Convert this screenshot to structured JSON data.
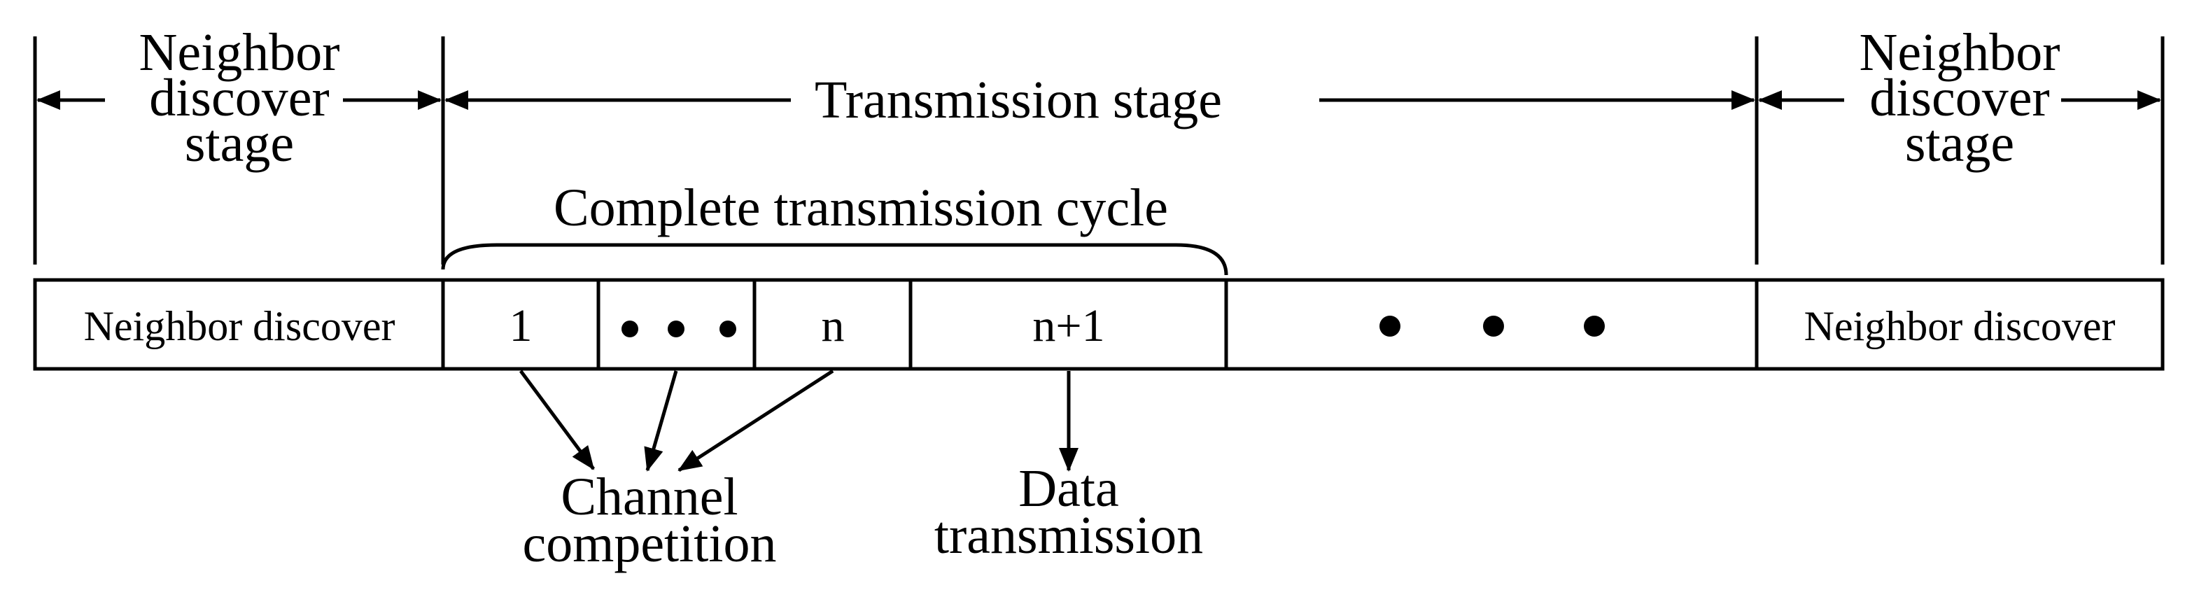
{
  "stages": {
    "left_label": [
      "Neighbor",
      "discover",
      "stage"
    ],
    "middle_label": "Transmission stage",
    "right_label": [
      "Neighbor",
      "discover",
      "stage"
    ]
  },
  "cycle_label": "Complete transmission cycle",
  "cells": {
    "left": "Neighbor discover",
    "slot_1": "1",
    "slot_n": "n",
    "slot_n1": "n+1",
    "right": "Neighbor discover"
  },
  "annotations": {
    "channel": [
      "Channel",
      "competition"
    ],
    "data": [
      "Data",
      "transmission"
    ]
  }
}
